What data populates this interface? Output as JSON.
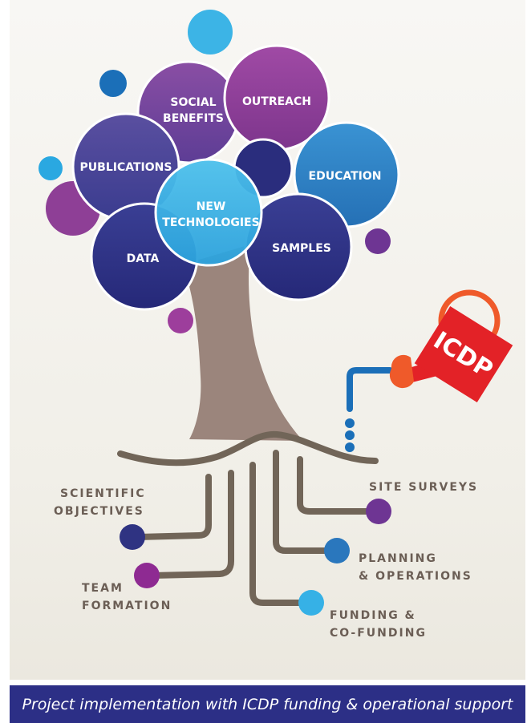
{
  "bubbles": {
    "social_benefits_1": "SOCIAL",
    "social_benefits_2": "BENEFITS",
    "outreach": "OUTREACH",
    "publications": "PUBLICATIONS",
    "education": "EDUCATION",
    "new_technologies_1": "NEW",
    "new_technologies_2": "TECHNOLOGIES",
    "data": "DATA",
    "samples": "SAMPLES"
  },
  "roots": {
    "scientific_objectives_1": "SCIENTIFIC",
    "scientific_objectives_2": "OBJECTIVES",
    "team_formation_1": "TEAM",
    "team_formation_2": "FORMATION",
    "site_surveys": "SITE SURVEYS",
    "planning_operations_1": "PLANNING",
    "planning_operations_2": "& OPERATIONS",
    "funding_1": "FUNDING &",
    "funding_2": "CO-FUNDING"
  },
  "watering_can": {
    "label": "ICDP"
  },
  "caption": "Project implementation with ICDP funding & operational support",
  "colors": {
    "dark_blue": "#2f3382",
    "purple": "#8e3f96",
    "violet": "#6a3e92",
    "light_blue": "#3cb4e6",
    "mid_blue": "#2a7fc2",
    "trunk": "#9b857c",
    "root": "#716558",
    "can_red": "#e32227",
    "can_orange": "#ef5a2a",
    "caption_bar": "#2c2f86"
  }
}
